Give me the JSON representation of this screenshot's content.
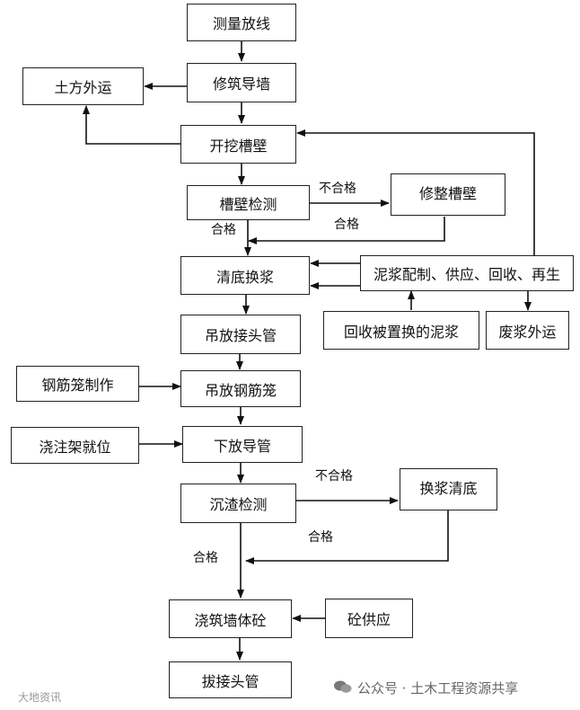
{
  "nodes": {
    "measure": "测量放线",
    "guide_wall": "修筑导墙",
    "earth": "土方外运",
    "excavate": "开挖槽壁",
    "inspect_wall": "槽壁检测",
    "repair_wall": "修整槽壁",
    "clean": "清底换浆",
    "slurry": "泥浆配制、供应、回收、再生",
    "recover": "回收被置换的泥浆",
    "waste": "废浆外运",
    "joint_pipe": "吊放接头管",
    "cage_make": "钢筋笼制作",
    "cage_hang": "吊放钢筋笼",
    "pour_frame": "浇注架就位",
    "tremie": "下放导管",
    "sediment": "沉渣检测",
    "reclean": "换浆清底",
    "pour_wall": "浇筑墙体砼",
    "concrete": "砼供应",
    "pull_pipe": "拔接头管"
  },
  "labels": {
    "fail_1": "不合格",
    "pass_1a": "合格",
    "pass_1b": "合格",
    "fail_2": "不合格",
    "pass_2a": "合格",
    "pass_2b": "合格"
  },
  "watermark": {
    "left": "大地资讯",
    "right": "公众号 · 土木工程资源共享"
  }
}
